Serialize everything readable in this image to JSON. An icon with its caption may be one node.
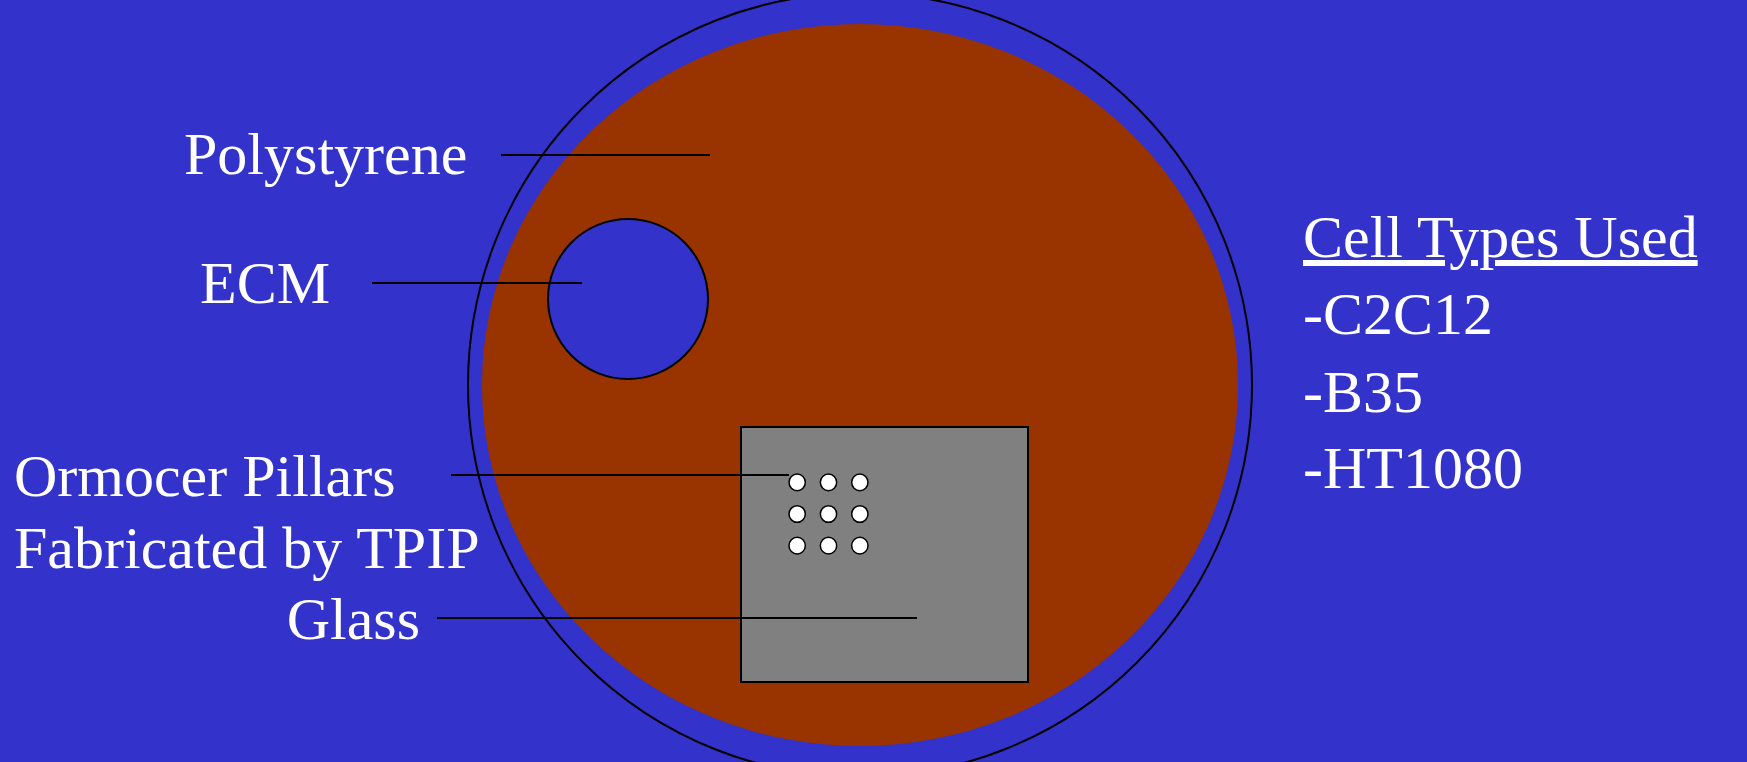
{
  "diagram": {
    "nodes": [
      {
        "text": [
          "Polystyrene"
        ]
      },
      {
        "text": [
          "ECM"
        ]
      },
      {
        "text": [
          "Ormocer Pillars Fabricated by TPIP"
        ]
      },
      {
        "text": [
          "Glass"
        ]
      },
      {
        "text": [],
        "shape": "circle"
      },
      {
        "text": [],
        "shape": "circle",
        "in": 4
      },
      {
        "text": [],
        "shape": "box",
        "in": 4
      },
      {
        "text": [],
        "shape": "circle",
        "in": 6
      }
    ],
    "edges": [
      {
        "from": 0,
        "to": 4,
        "arrow": "none"
      },
      {
        "from": 1,
        "to": 5,
        "arrow": "none"
      },
      {
        "from": 2,
        "to": 7,
        "arrow": "none"
      },
      {
        "from": 3,
        "to": 6,
        "arrow": "none"
      }
    ],
    "labels": [
      "Cell Types Used",
      "-C2C12",
      "-B35",
      "-HT1080"
    ]
  }
}
